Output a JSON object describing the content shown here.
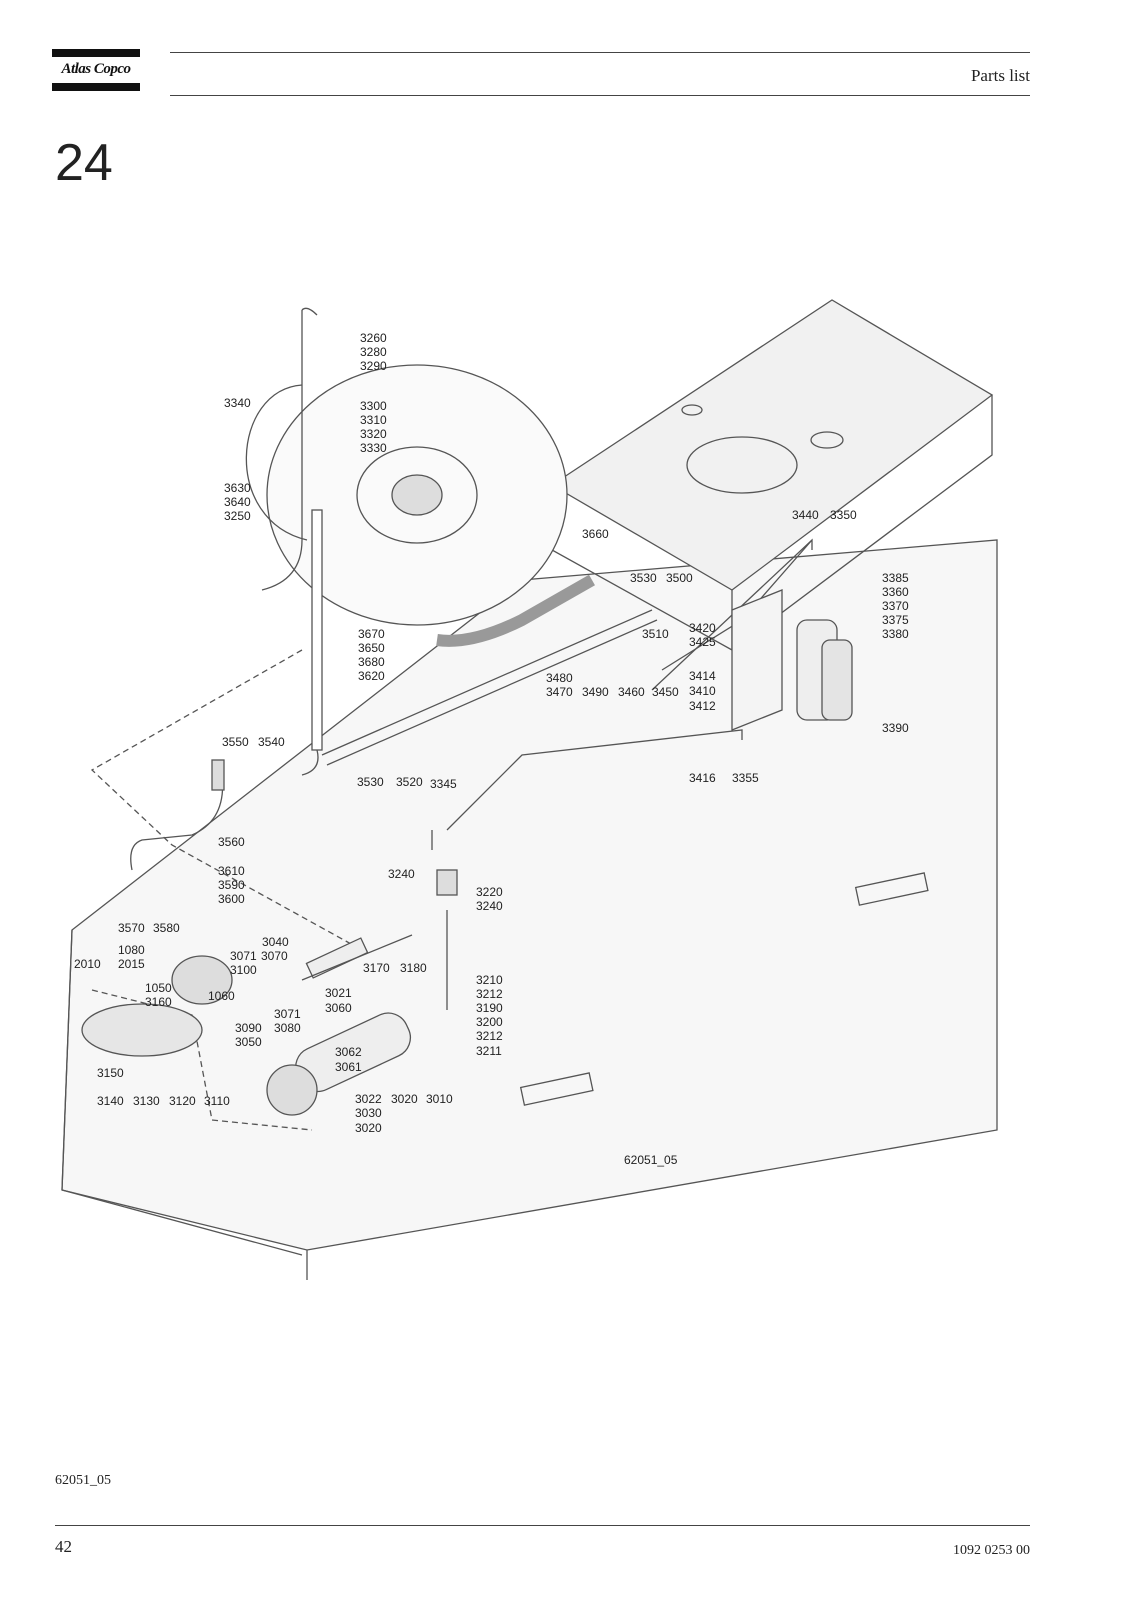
{
  "header": {
    "brand": "Atlas Copco",
    "title": "Parts list"
  },
  "section_number": "24",
  "diagram": {
    "figure_code": "62051_05",
    "callouts": [
      "3260",
      "3280",
      "3290",
      "3340",
      "3300",
      "3310",
      "3320",
      "3330",
      "3630",
      "3640",
      "3250",
      "3440",
      "3350",
      "3660",
      "3530",
      "3500",
      "3385",
      "3360",
      "3370",
      "3375",
      "3380",
      "3420",
      "3425",
      "3510",
      "3670",
      "3650",
      "3680",
      "3620",
      "3480",
      "3470",
      "3490",
      "3460",
      "3450",
      "3414",
      "3410",
      "3412",
      "3390",
      "3550",
      "3540",
      "3530",
      "3520",
      "3345",
      "3416",
      "3355",
      "3560",
      "3240",
      "3220",
      "3240",
      "3610",
      "3590",
      "3600",
      "3570",
      "3580",
      "3040",
      "1080",
      "2010",
      "2015",
      "3071",
      "3070",
      "3100",
      "3170",
      "3180",
      "3210",
      "3212",
      "1050",
      "1060",
      "3160",
      "3021",
      "3060",
      "3190",
      "3090",
      "3071",
      "3080",
      "3200",
      "3050",
      "3212",
      "3211",
      "3062",
      "3061",
      "3150",
      "3022",
      "3030",
      "3020",
      "3010",
      "3140",
      "3130",
      "3120",
      "3110",
      "3020"
    ]
  },
  "footer": {
    "figure_code": "62051_05",
    "page_number": "42",
    "document_number": "1092 0253 00"
  }
}
